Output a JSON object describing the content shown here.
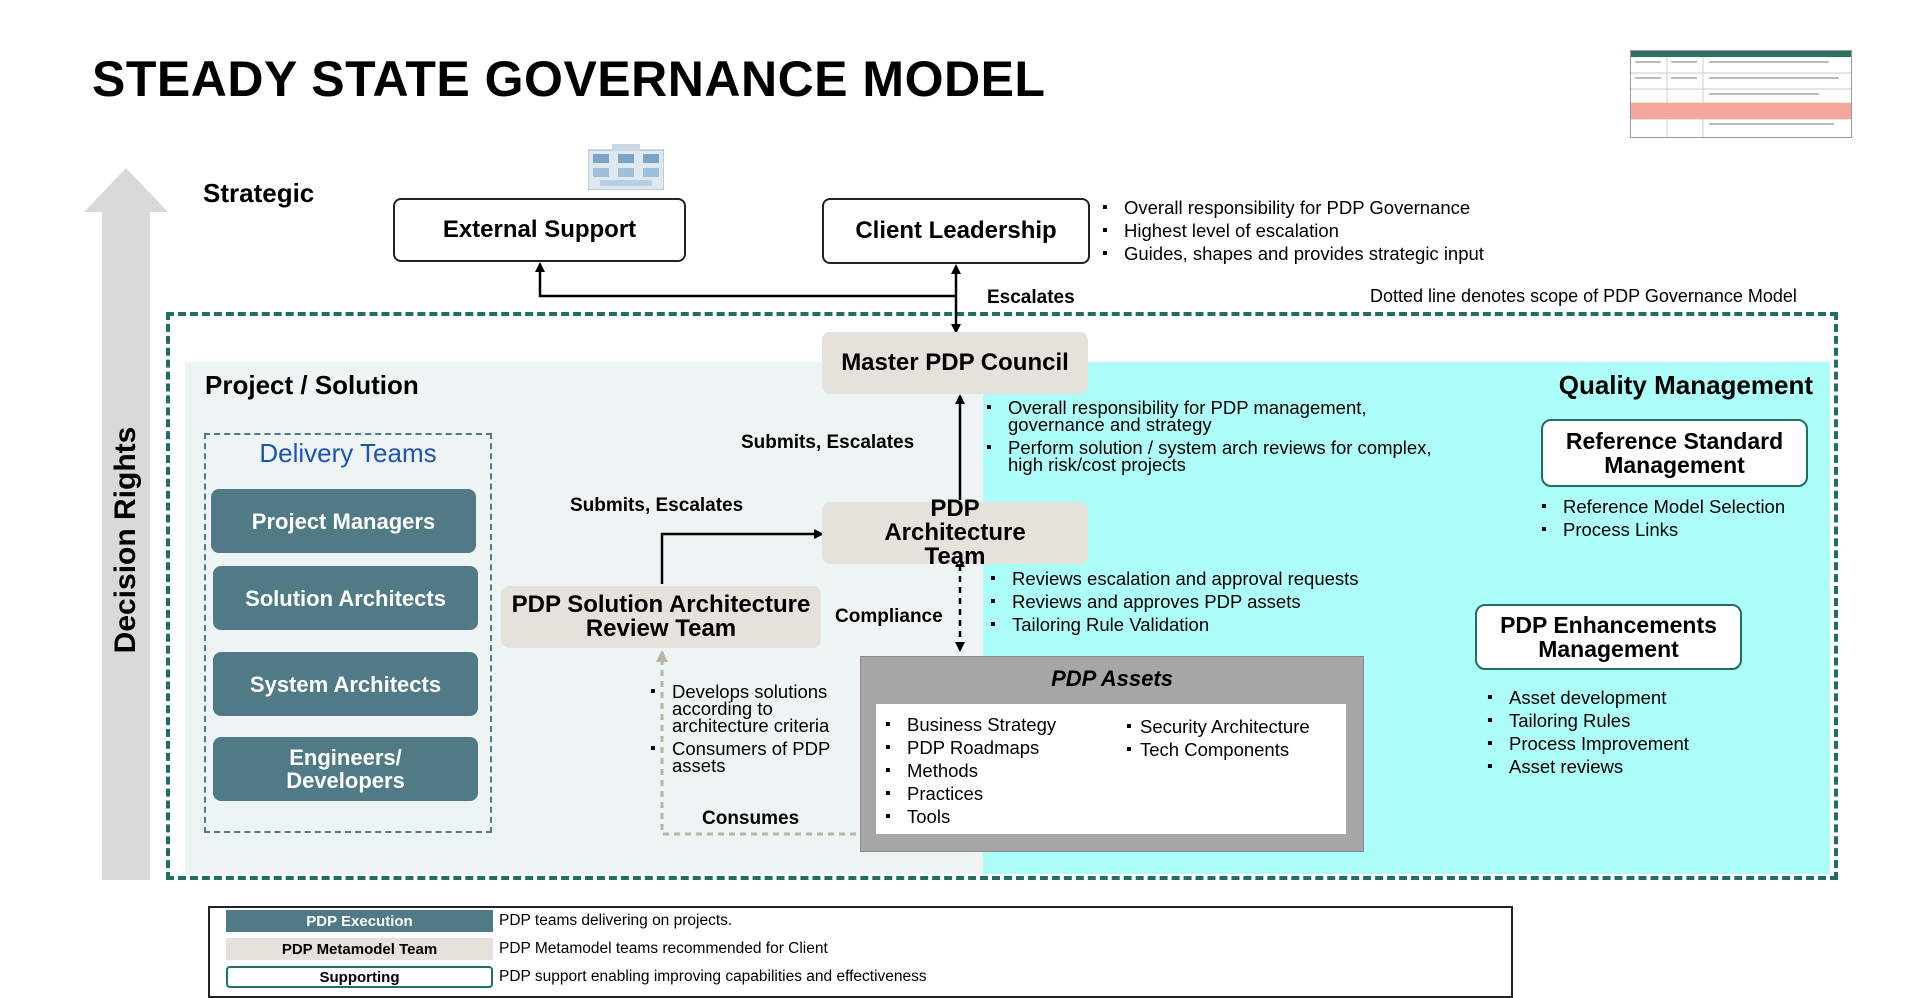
{
  "title": "STEADY STATE GOVERNANCE MODEL",
  "axis": {
    "label": "Decision Rights"
  },
  "strategic_label": "Strategic",
  "nodes": {
    "external_support": "External Support",
    "client_leadership": "Client Leadership",
    "master_council": "Master PDP Council",
    "architecture_team": "PDP Architecture Team",
    "solution_review_team": "PDP Solution Architecture Review Team",
    "reference_standard": "Reference Standard Management",
    "enhancements": "PDP Enhancements Management"
  },
  "client_leadership_bullets": [
    "Overall responsibility for PDP Governance",
    "Highest level of escalation",
    "Guides, shapes and provides strategic input"
  ],
  "scope_note": "Dotted line denotes scope of PDP Governance Model",
  "arrow_labels": {
    "escalates": "Escalates",
    "submits_escalates_upper": "Submits, Escalates",
    "submits_escalates_lower": "Submits, Escalates",
    "compliance": "Compliance",
    "consumes": "Consumes"
  },
  "project_solution": {
    "heading": "Project / Solution",
    "delivery_teams": {
      "heading": "Delivery Teams",
      "teams": [
        "Project Managers",
        "Solution Architects",
        "System Architects",
        "Engineers/ Developers"
      ]
    }
  },
  "quality_management": {
    "heading": "Quality Management"
  },
  "master_council_bullets": [
    "Overall responsibility for PDP management, governance and strategy",
    "Perform solution / system arch reviews for complex, high risk/cost projects"
  ],
  "architecture_team_bullets": [
    "Reviews escalation and approval requests",
    "Reviews and approves PDP assets",
    "Tailoring Rule Validation"
  ],
  "solution_review_bullets": [
    "Develops solutions according to architecture criteria",
    "Consumers of PDP assets"
  ],
  "pdp_assets": {
    "heading": "PDP Assets",
    "left": [
      "Business Strategy",
      "PDP Roadmaps",
      "Methods",
      "Practices",
      "Tools"
    ],
    "right": [
      "Security Architecture",
      "Tech Components"
    ]
  },
  "reference_standard_bullets": [
    "Reference Model Selection",
    "Process Links"
  ],
  "enhancements_bullets": [
    "Asset development",
    "Tailoring Rules",
    "Process Improvement",
    "Asset reviews"
  ],
  "legend": [
    {
      "key": "PDP Execution",
      "desc": "PDP teams delivering on projects."
    },
    {
      "key": "PDP Metamodel Team",
      "desc": "PDP Metamodel teams recommended for Client"
    },
    {
      "key": "Supporting",
      "desc": "PDP support enabling improving capabilities and effectiveness"
    }
  ],
  "colors": {
    "execution": "#4f7a86",
    "metamodel": "#e5e1db",
    "supporting_border": "#1f6f66",
    "quality_bg": "#adfdf8",
    "project_bg": "#eef4f3",
    "scope_border": "#1f6f66",
    "delivery_heading": "#1f52b8",
    "assets_bg": "#a6a6a6"
  }
}
